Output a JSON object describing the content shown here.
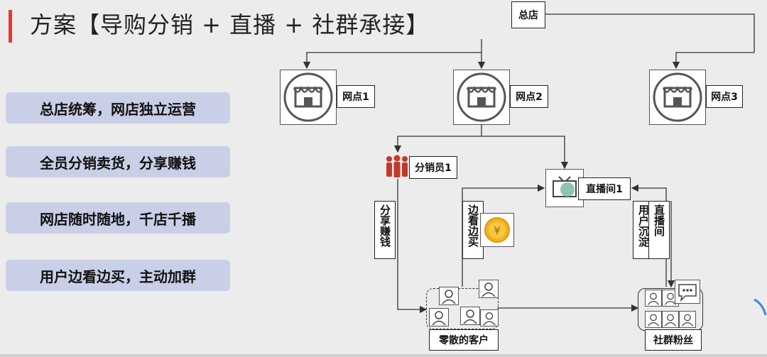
{
  "title": "方案【导购分销 + 直播 + 社群承接】",
  "points": [
    "总店统筹，网店独立运营",
    "全员分销卖货，分享赚钱",
    "网店随时随地，千店千播",
    "用户边看边买，主动加群"
  ],
  "diagram": {
    "hq": "总店",
    "store1": "网点1",
    "store2": "网点2",
    "store3": "网点3",
    "distributor": "分销员1",
    "live_room": "直播间1",
    "share_earn": "分享赚钱",
    "watch_buy": "边看边买",
    "user_settle": "用户沉淀",
    "live_stream": "直播间",
    "scattered_customers": "零散的客户",
    "community_fans": "社群粉丝",
    "coin_symbol": "¥"
  },
  "colors": {
    "accent": "#e53935",
    "pill_bg": "#c9cfe6",
    "distributor_icon": "#c0392b",
    "coin": "#f2b320",
    "tv_dot": "#7fbfa8"
  },
  "icons": [
    "shop-icon",
    "team-icon",
    "tv-icon",
    "coin-icon",
    "user-icon",
    "chat-icon"
  ]
}
